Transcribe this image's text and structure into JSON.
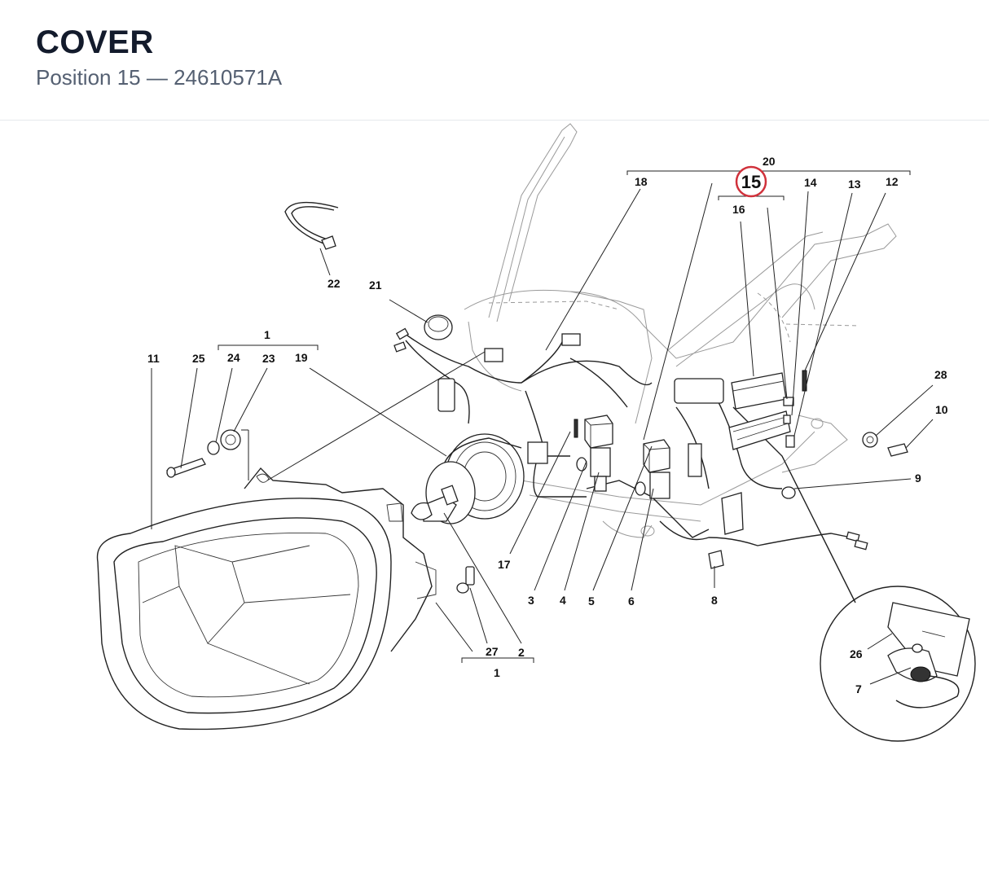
{
  "header": {
    "title": "COVER",
    "subtitle": "Position 15 — 24610571A"
  },
  "highlight": {
    "label": "15",
    "color": "#d0313b"
  },
  "callouts": [
    {
      "id": "c20",
      "label": "20"
    },
    {
      "id": "c18",
      "label": "18"
    },
    {
      "id": "c14",
      "label": "14"
    },
    {
      "id": "c13",
      "label": "13"
    },
    {
      "id": "c12",
      "label": "12"
    },
    {
      "id": "c16",
      "label": "16"
    },
    {
      "id": "c22",
      "label": "22"
    },
    {
      "id": "c21",
      "label": "21"
    },
    {
      "id": "c1a",
      "label": "1"
    },
    {
      "id": "c11",
      "label": "11"
    },
    {
      "id": "c25",
      "label": "25"
    },
    {
      "id": "c24",
      "label": "24"
    },
    {
      "id": "c23",
      "label": "23"
    },
    {
      "id": "c19",
      "label": "19"
    },
    {
      "id": "c28",
      "label": "28"
    },
    {
      "id": "c10",
      "label": "10"
    },
    {
      "id": "c9",
      "label": "9"
    },
    {
      "id": "c17",
      "label": "17"
    },
    {
      "id": "c3",
      "label": "3"
    },
    {
      "id": "c4",
      "label": "4"
    },
    {
      "id": "c5",
      "label": "5"
    },
    {
      "id": "c6",
      "label": "6"
    },
    {
      "id": "c8",
      "label": "8"
    },
    {
      "id": "c27",
      "label": "27"
    },
    {
      "id": "c2",
      "label": "2"
    },
    {
      "id": "c1b",
      "label": "1"
    },
    {
      "id": "c26",
      "label": "26"
    },
    {
      "id": "c7",
      "label": "7"
    }
  ]
}
